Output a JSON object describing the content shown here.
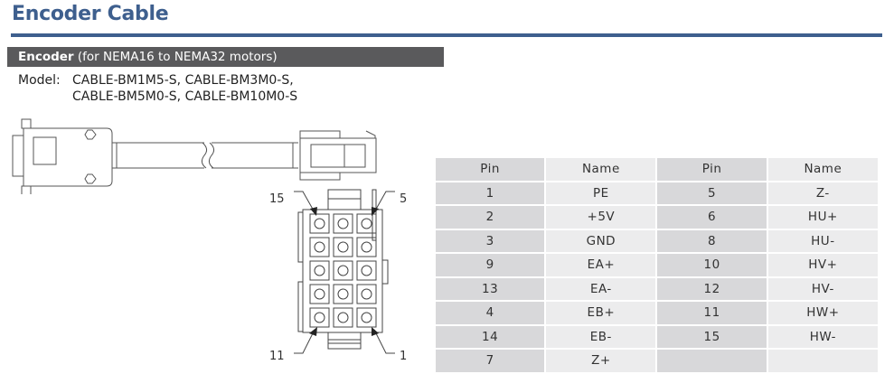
{
  "header": {
    "title": "Encoder Cable",
    "title_color": "#3e5f8e"
  },
  "section": {
    "label_bold": "Encoder",
    "label_rest": " (for NEMA16 to NEMA32 motors)",
    "bar_color": "#5a5a5c"
  },
  "model": {
    "label": "Model:",
    "line1": "CABLE-BM1M5-S, CABLE-BM3M0-S,",
    "line2": "CABLE-BM5M0-S, CABLE-BM10M0-S"
  },
  "connector": {
    "labels": {
      "top_left": "15",
      "top_right": "5",
      "bottom_left": "11",
      "bottom_right": "1"
    },
    "rows": 5,
    "cols": 3
  },
  "pin_table": {
    "headers": [
      "Pin",
      "Name",
      "Pin",
      "Name"
    ],
    "rows": [
      [
        "1",
        "PE",
        "5",
        "Z-"
      ],
      [
        "2",
        "+5V",
        "6",
        "HU+"
      ],
      [
        "3",
        "GND",
        "8",
        "HU-"
      ],
      [
        "9",
        "EA+",
        "10",
        "HV+"
      ],
      [
        "13",
        "EA-",
        "12",
        "HV-"
      ],
      [
        "4",
        "EB+",
        "11",
        "HW+"
      ],
      [
        "14",
        "EB-",
        "15",
        "HW-"
      ],
      [
        "7",
        "Z+",
        "",
        ""
      ]
    ]
  }
}
